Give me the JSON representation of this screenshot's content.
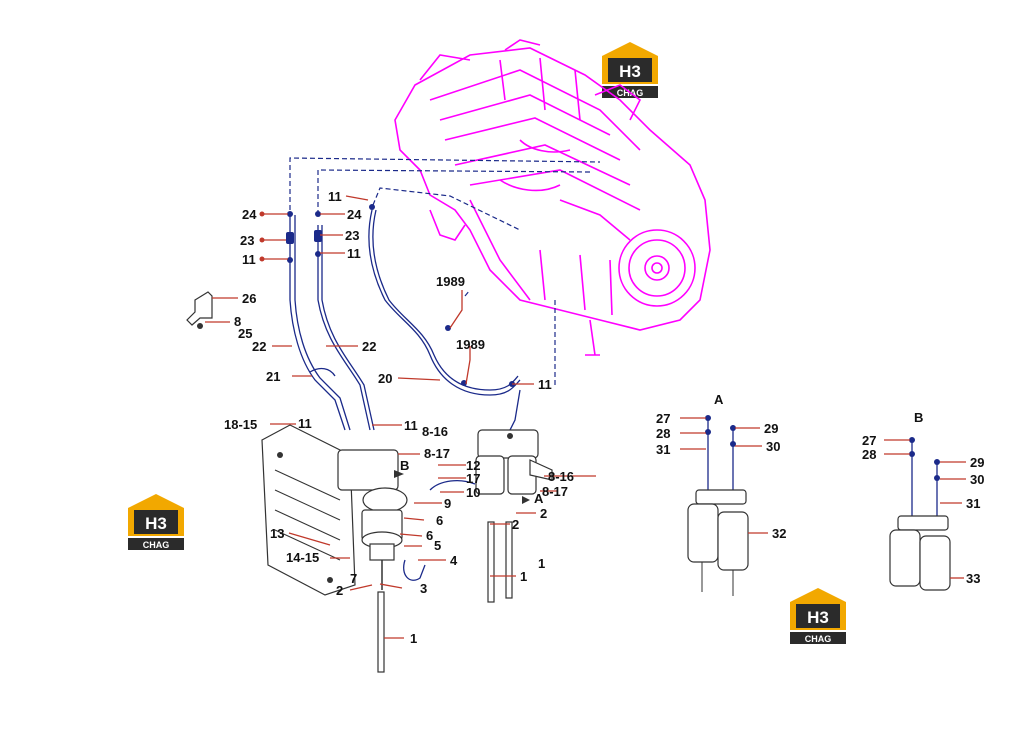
{
  "logo": {
    "main": "H3",
    "sub": "CHAG",
    "accent": "#f2a800",
    "dark": "#2b2b2b"
  },
  "colors": {
    "engine": "#ff00ff",
    "leader": "#c0392b",
    "tube": "#1b2a8a"
  },
  "views": {
    "a": "A",
    "b": "B"
  },
  "labels": {
    "l24a": "24",
    "l23a": "23",
    "l11a": "11",
    "l26": "26",
    "l8a": "8",
    "l25": "25",
    "l22a": "22",
    "l21": "21",
    "l1815": "18-15",
    "l11b": "11",
    "l13": "13",
    "l1415": "14-15",
    "l2a": "2",
    "l7": "7",
    "l3": "3",
    "l1a": "1",
    "l11c": "11",
    "l24b": "24",
    "l23b": "23",
    "l11d": "11",
    "l22b": "22",
    "l20": "20",
    "l11e": "11",
    "l816a": "8-16",
    "l817a": "8-17",
    "l6": "6",
    "l65": "6",
    "l5": "5",
    "l4": "4",
    "l9": "9",
    "l1917": "12",
    "l1917b": "17",
    "l10": "10",
    "l816b": "8-16",
    "l817b": "8-17",
    "l2b": "2",
    "l2c": "2",
    "l1b": "1",
    "l1c": "1",
    "l11f": "11",
    "l1989a": "1989",
    "l1989b": "1989",
    "lBpoint": "B",
    "lApoint": "A",
    "a27": "27",
    "a28": "28",
    "a31": "31",
    "a29": "29",
    "a30": "30",
    "a32": "32",
    "b27": "27",
    "b28": "28",
    "b29": "29",
    "b30": "30",
    "b31": "31",
    "b33": "33"
  }
}
